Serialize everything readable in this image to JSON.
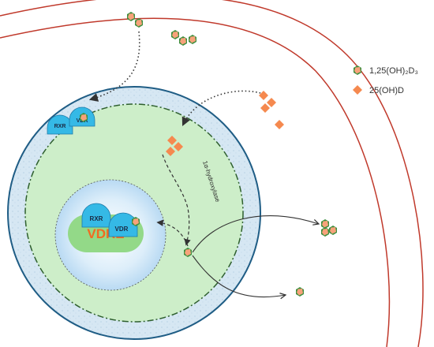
{
  "labels": {
    "rxr_cytoplasm": "RXR",
    "vdr_cytoplasm": "VDR",
    "rxr_nucleus": "RXR",
    "vdr_nucleus": "VDR",
    "vdre": "VDRE",
    "enzyme": "1α-hydroxylase"
  },
  "legend": {
    "items": [
      {
        "label": "1,25(OH)₂D₃",
        "icon": "hexagon-icon",
        "fill": "#f7a27a",
        "stroke": "#3f8f3f"
      },
      {
        "label": "25(OH)D",
        "icon": "diamond-icon",
        "fill": "#f5894f",
        "stroke": "#f5894f"
      }
    ]
  },
  "colors": {
    "membrane": "#c0392b",
    "cytoplasm": "#cdeec9",
    "nucleus_ring": "#1f5d85",
    "receptor": "#35b9e6",
    "vdre": "#93d988",
    "vdre_text": "#f26a21"
  }
}
